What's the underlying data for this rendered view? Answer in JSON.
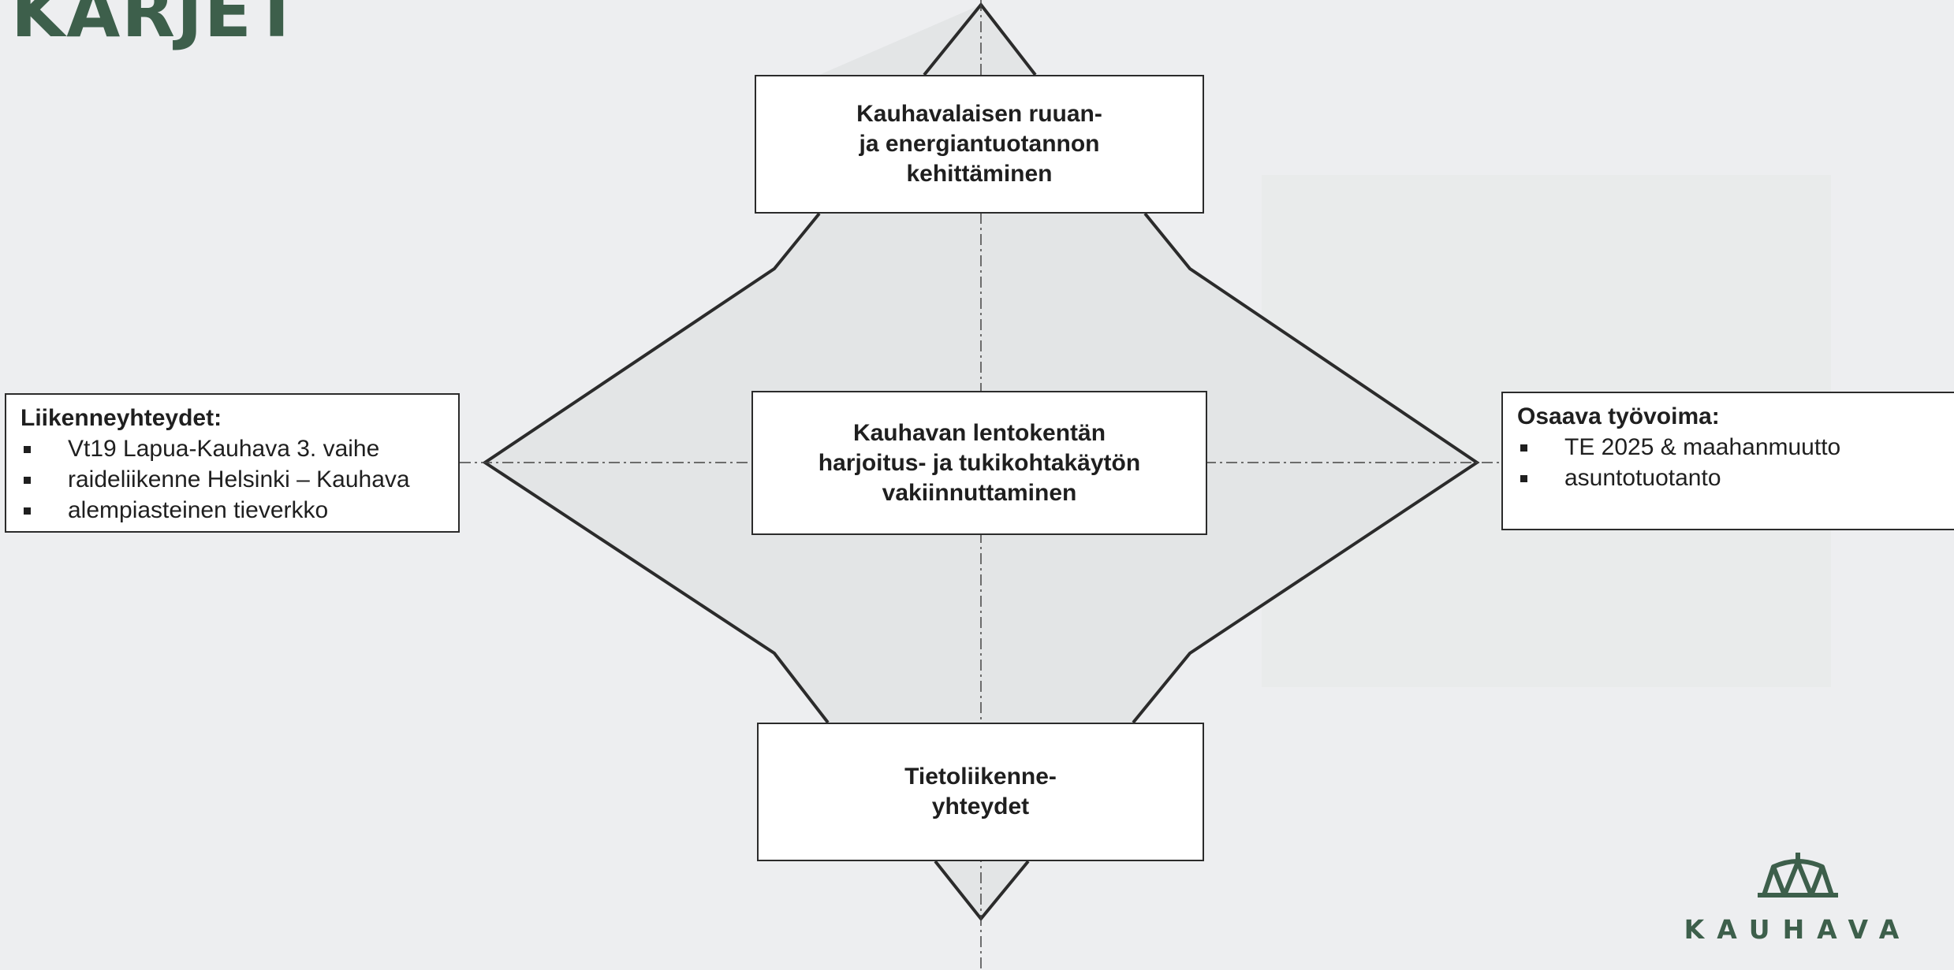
{
  "slide": {
    "title": "KÄRJET"
  },
  "colors": {
    "brand_green": "#3d5f4b",
    "background": "#edeef0",
    "diamond_fill": "#e3e5e6",
    "outline": "#2b2b2b"
  },
  "center": {
    "text": "Kauhavan lentokentän\nharjoitus- ja tukikohtakäytön\nvakiinnuttaminen"
  },
  "top": {
    "text": "Kauhavalaisen ruuan-\nja energiantuotannon\nkehittäminen"
  },
  "bottom": {
    "text": "Tietoliikenne-\nyhteydet"
  },
  "left": {
    "heading": "Liikenneyhteydet:",
    "items": [
      "Vt19  Lapua-Kauhava 3. vaihe",
      "raideliikenne Helsinki – Kauhava",
      "alempiasteinen tieverkko"
    ]
  },
  "right": {
    "heading": "Osaava työvoima:",
    "items": [
      "TE 2025 & maahanmuutto",
      "asuntotuotanto"
    ]
  },
  "logo": {
    "text": "KAUHAVA",
    "icon": "bridge-logo-icon"
  }
}
